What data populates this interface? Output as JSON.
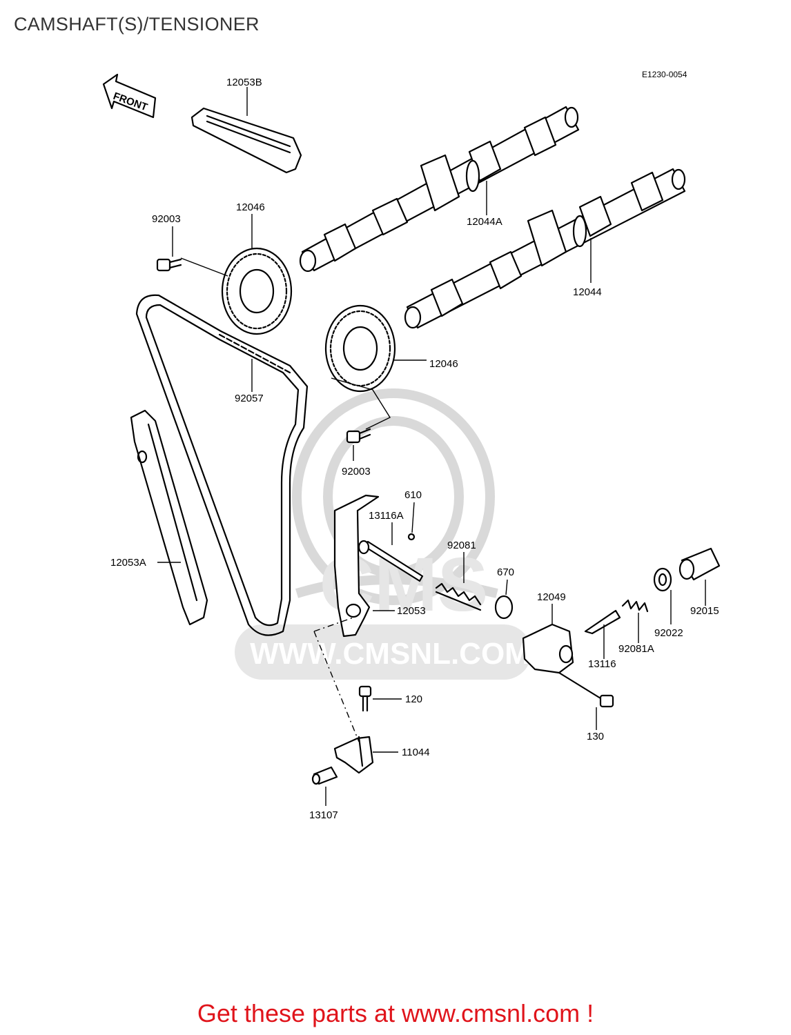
{
  "title": "CAMSHAFT(S)/TENSIONER",
  "diagram_code": "E1230-0054",
  "front_label": "FRONT",
  "watermark_url": "WWW.CMSNL.COM",
  "watermark_brand": "CMS",
  "footer_text": "Get these parts at www.cmsnl.com !",
  "colors": {
    "footer": "#e0141b",
    "title": "#333333",
    "watermark": "#d9d9d9"
  },
  "parts": {
    "p12053B": "12053B",
    "p12046a": "12046",
    "p92003a": "92003",
    "p12044A": "12044A",
    "p12044": "12044",
    "p12046b": "12046",
    "p92057": "92057",
    "p92003b": "92003",
    "p610": "610",
    "p13116A": "13116A",
    "p92081": "92081",
    "p670": "670",
    "p12049": "12049",
    "p12053A": "12053A",
    "p12053": "12053",
    "p92015": "92015",
    "p92022": "92022",
    "p92081A": "92081A",
    "p13116": "13116",
    "p120": "120",
    "p130": "130",
    "p11044": "11044",
    "p13107": "13107"
  }
}
